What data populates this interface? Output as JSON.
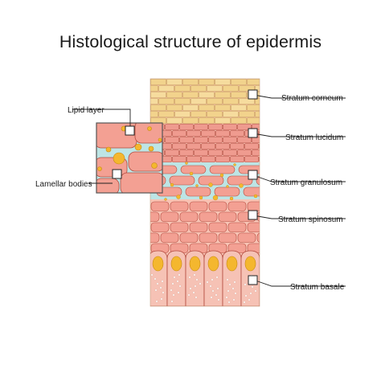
{
  "title": "Histological structure of epidermis",
  "layers": {
    "corneum": "Stratum corneum",
    "lucidum": "Stratum lucidum",
    "granulosum": "Stratum granulosum",
    "spinosum": "Stratum spinosum",
    "basale": "Stratum basale"
  },
  "callouts": {
    "lipid": "Lipid layer",
    "lamellar": "Lamellar bodies"
  },
  "colors": {
    "corneum": "#f2d38c",
    "lucidum": "#ef9b8f",
    "cell": "#f3a093",
    "cell_outline": "#b34a3e",
    "lipid": "#bde5e5",
    "lamellar": "#f4b72e",
    "basale": "#f6c2b5"
  }
}
